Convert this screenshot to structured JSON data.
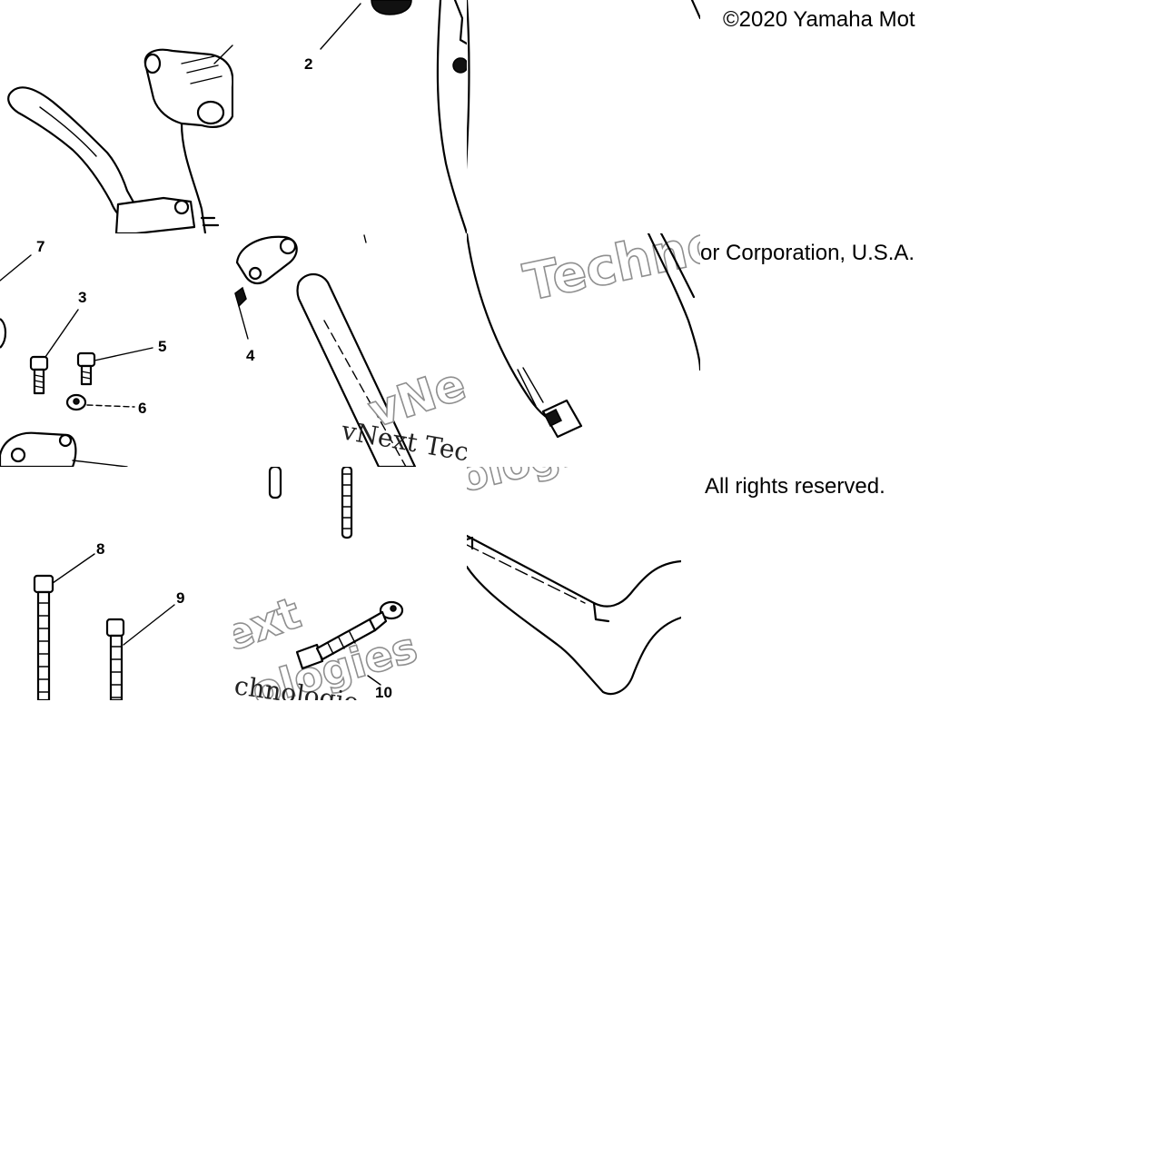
{
  "callouts": {
    "c2": "2",
    "c3": "3",
    "c4": "4",
    "c5": "5",
    "c6": "6",
    "c7": "7",
    "c8": "8",
    "c9": "9",
    "c10": "10"
  },
  "watermark": {
    "techno": "Techno",
    "vnext_tec": "vNext Tec",
    "vne": "vNe",
    "ologies": "ologies",
    "ext": "ext",
    "ologies_b": "ologies",
    "chnologies": "chnologie"
  },
  "copyright": {
    "line1": "©2020 Yamaha Mot",
    "line2": "or Corporation, U.S.A.",
    "line3": "All rights reserved."
  },
  "colors": {
    "line": "#000000",
    "watermark_outline": "#8f8f8f",
    "background": "#ffffff"
  }
}
